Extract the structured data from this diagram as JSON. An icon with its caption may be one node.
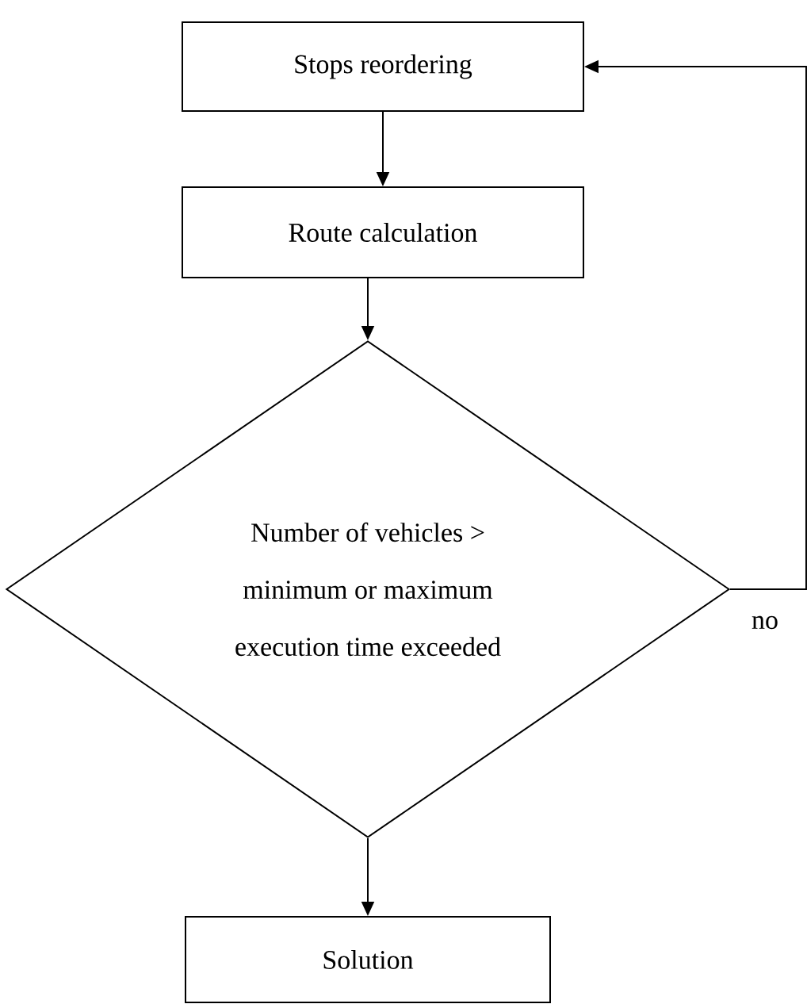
{
  "diagram": {
    "nodes": [
      {
        "text": [
          "Stops reordering"
        ]
      },
      {
        "text": [
          "Route calculation"
        ]
      },
      {
        "text": [
          "Number of vehicles > minimum or maximum execution time exceeded"
        ]
      },
      {
        "text": [
          "Solution"
        ]
      }
    ],
    "edges": [
      {
        "from": 0,
        "to": 1,
        "arrow": "to"
      },
      {
        "from": 1,
        "to": 2,
        "arrow": "to"
      },
      {
        "from": 2,
        "to": 3,
        "arrow": "to"
      },
      {
        "from": 2,
        "to": 0,
        "arrow": "to",
        "label": "no"
      }
    ]
  }
}
